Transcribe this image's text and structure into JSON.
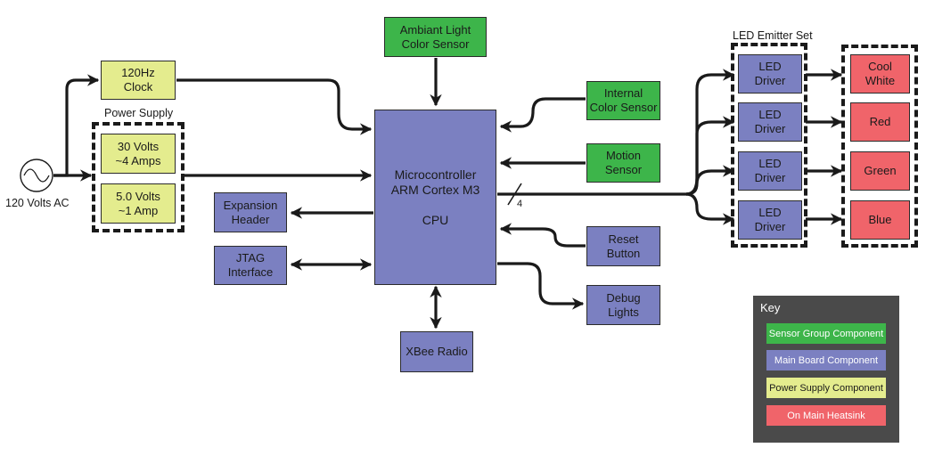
{
  "colors": {
    "sensor": "#3db54a",
    "main_board": "#7b80c1",
    "power_supply": "#e4ec8e",
    "heatsink": "#f0646a",
    "key_background": "#4a4a4a"
  },
  "labels": {
    "power_supply_group": "Power Supply",
    "led_emitter_set": "LED Emitter Set",
    "ac_source": "120 Volts AC",
    "bus_width": "4"
  },
  "blocks": {
    "ambiant_light": "Ambiant Light\nColor Sensor",
    "internal_color": "Internal\nColor Sensor",
    "motion": "Motion\nSensor",
    "clock": "120Hz\nClock",
    "supply_30v": "30 Volts\n~4 Amps",
    "supply_5v": "5.0 Volts\n~1 Amp",
    "expansion": "Expansion\nHeader",
    "jtag": "JTAG\nInterface",
    "cpu": "Microcontroller\nARM Cortex M3\n\nCPU",
    "xbee": "XBee Radio",
    "reset": "Reset\nButton",
    "debug": "Debug\nLights",
    "led_driver": "LED\nDriver",
    "cool_white": "Cool\nWhite",
    "red_led": "Red",
    "green_led": "Green",
    "blue_led": "Blue"
  },
  "key": {
    "title": "Key",
    "sensor_group": "Sensor Group Component",
    "main_board": "Main Board Component",
    "power_supply": "Power Supply Component",
    "heatsink": "On Main Heatsink"
  }
}
